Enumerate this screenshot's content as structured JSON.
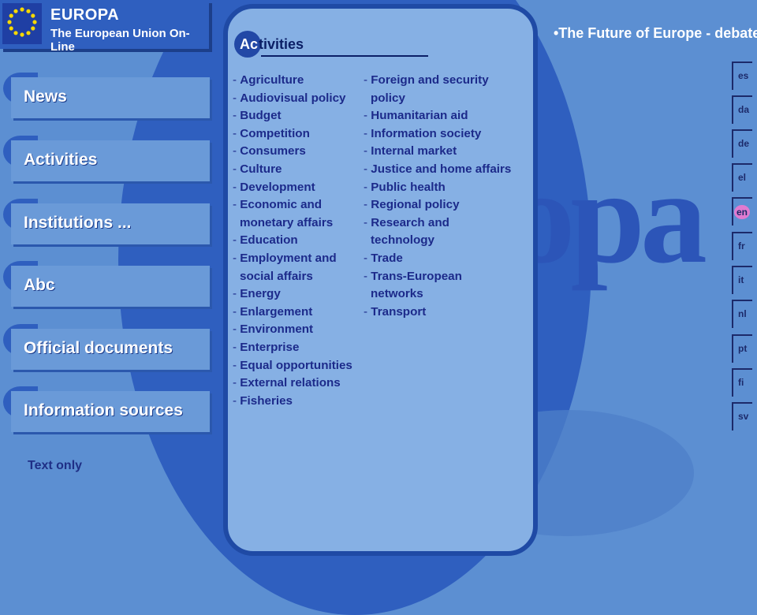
{
  "header": {
    "title": "EUROPA",
    "subtitle": "The European Union On-Line"
  },
  "background": {
    "watermark": "europa"
  },
  "nav": {
    "items": [
      {
        "label": "News"
      },
      {
        "label": "Activities"
      },
      {
        "label": "Institutions ..."
      },
      {
        "label": "Abc"
      },
      {
        "label": "Official documents"
      },
      {
        "label": "Information sources"
      }
    ],
    "text_only": "Text only"
  },
  "activities": {
    "title_ac": "Ac",
    "title_rest": "tivities",
    "left": [
      "Agriculture",
      "Audiovisual policy",
      "Budget",
      "Competition",
      "Consumers",
      "Culture",
      "Development",
      "Economic and monetary affairs",
      "Education",
      "Employment and social affairs",
      "Energy",
      "Enlargement",
      "Environment",
      "Enterprise",
      "Equal opportunities",
      "External relations",
      "Fisheries"
    ],
    "right": [
      "Foreign and security policy",
      "Humanitarian aid",
      "Information society",
      "Internal market",
      "Justice and home affairs",
      "Public health",
      "Regional policy",
      "Research and technology",
      "Trade",
      "Trans-European networks",
      "Transport"
    ]
  },
  "banner": {
    "text": "•The Future of Europe - debate"
  },
  "languages": {
    "items": [
      "es",
      "da",
      "de",
      "el",
      "en",
      "fr",
      "it",
      "nl",
      "pt",
      "fi",
      "sv"
    ],
    "active": "en"
  },
  "colors": {
    "background": "#5c8fd2",
    "brand_blue": "#2f5fbf",
    "panel": "#86b0e4",
    "link_text": "#1c2a8a",
    "active_language": "#e07ad0"
  }
}
